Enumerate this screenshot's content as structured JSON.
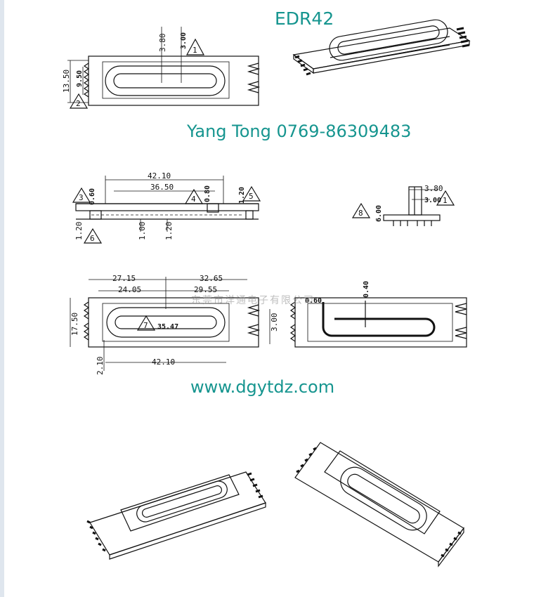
{
  "title": "EDR42",
  "contact": "Yang Tong 0769-86309483",
  "website": "www.dgytdz.com",
  "watermark_company": "东莞市洋通电子有限公司",
  "brand_color": "#16958f",
  "views": {
    "top_view": {
      "dims": [
        "3.80",
        "3.00",
        "13.50",
        "9.50"
      ],
      "markers": [
        "1",
        "2"
      ]
    },
    "side_view": {
      "dims": [
        "42.10",
        "36.50",
        "0.80",
        "0.60",
        "1.20",
        "1.20",
        "1.00",
        "1.20"
      ],
      "markers": [
        "3",
        "4",
        "5",
        "6"
      ]
    },
    "end_view": {
      "dims": [
        "3.80",
        "3.00",
        "6.00"
      ],
      "markers": [
        "8",
        "1"
      ]
    },
    "bottom_view": {
      "dims": [
        "27.15",
        "32.65",
        "24.05",
        "29.55",
        "17.50",
        "35.47",
        "3.00",
        "2.10",
        "42.10"
      ],
      "markers": [
        "7"
      ]
    },
    "winding_view": {
      "dims": [
        "0.60",
        "0.40"
      ]
    }
  }
}
